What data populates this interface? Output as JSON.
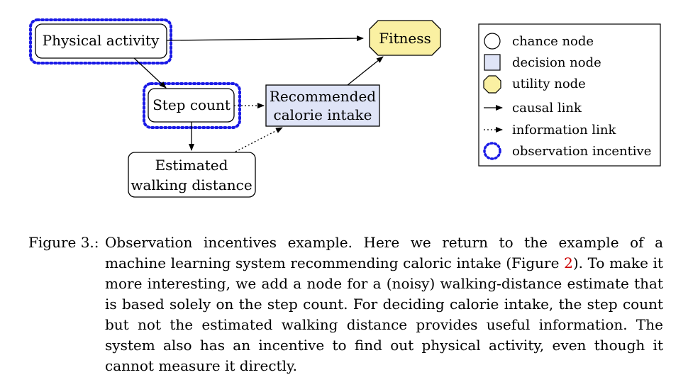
{
  "nodes": {
    "physical_activity": "Physical activity",
    "fitness": "Fitness",
    "step_count": "Step count",
    "recommended_calorie": [
      "Recommended",
      "calorie intake"
    ],
    "estimated_walking": [
      "Estimated",
      "walking distance"
    ]
  },
  "legend": {
    "chance": "chance node",
    "decision": "decision node",
    "utility": "utility node",
    "causal": "causal link",
    "information": "information link",
    "observation": "observation incentive"
  },
  "colors": {
    "decision_fill": "#dfe4f7",
    "utility_fill": "#faf0a2",
    "incentive_border": "#1a1ae6"
  },
  "caption": {
    "label": "Figure 3.:",
    "before_ref": "Observation incentives example. Here we return to the example of a machine learning system recommending caloric intake (Figure ",
    "ref": "2",
    "after_ref": "). To make it more interesting, we add a node for a (noisy) walking-distance estimate that is based solely on the step count. For deciding calorie intake, the step count but not the estimated walking distance provides useful information. The system also has an incentive to find out physical activity, even though it cannot measure it directly."
  }
}
